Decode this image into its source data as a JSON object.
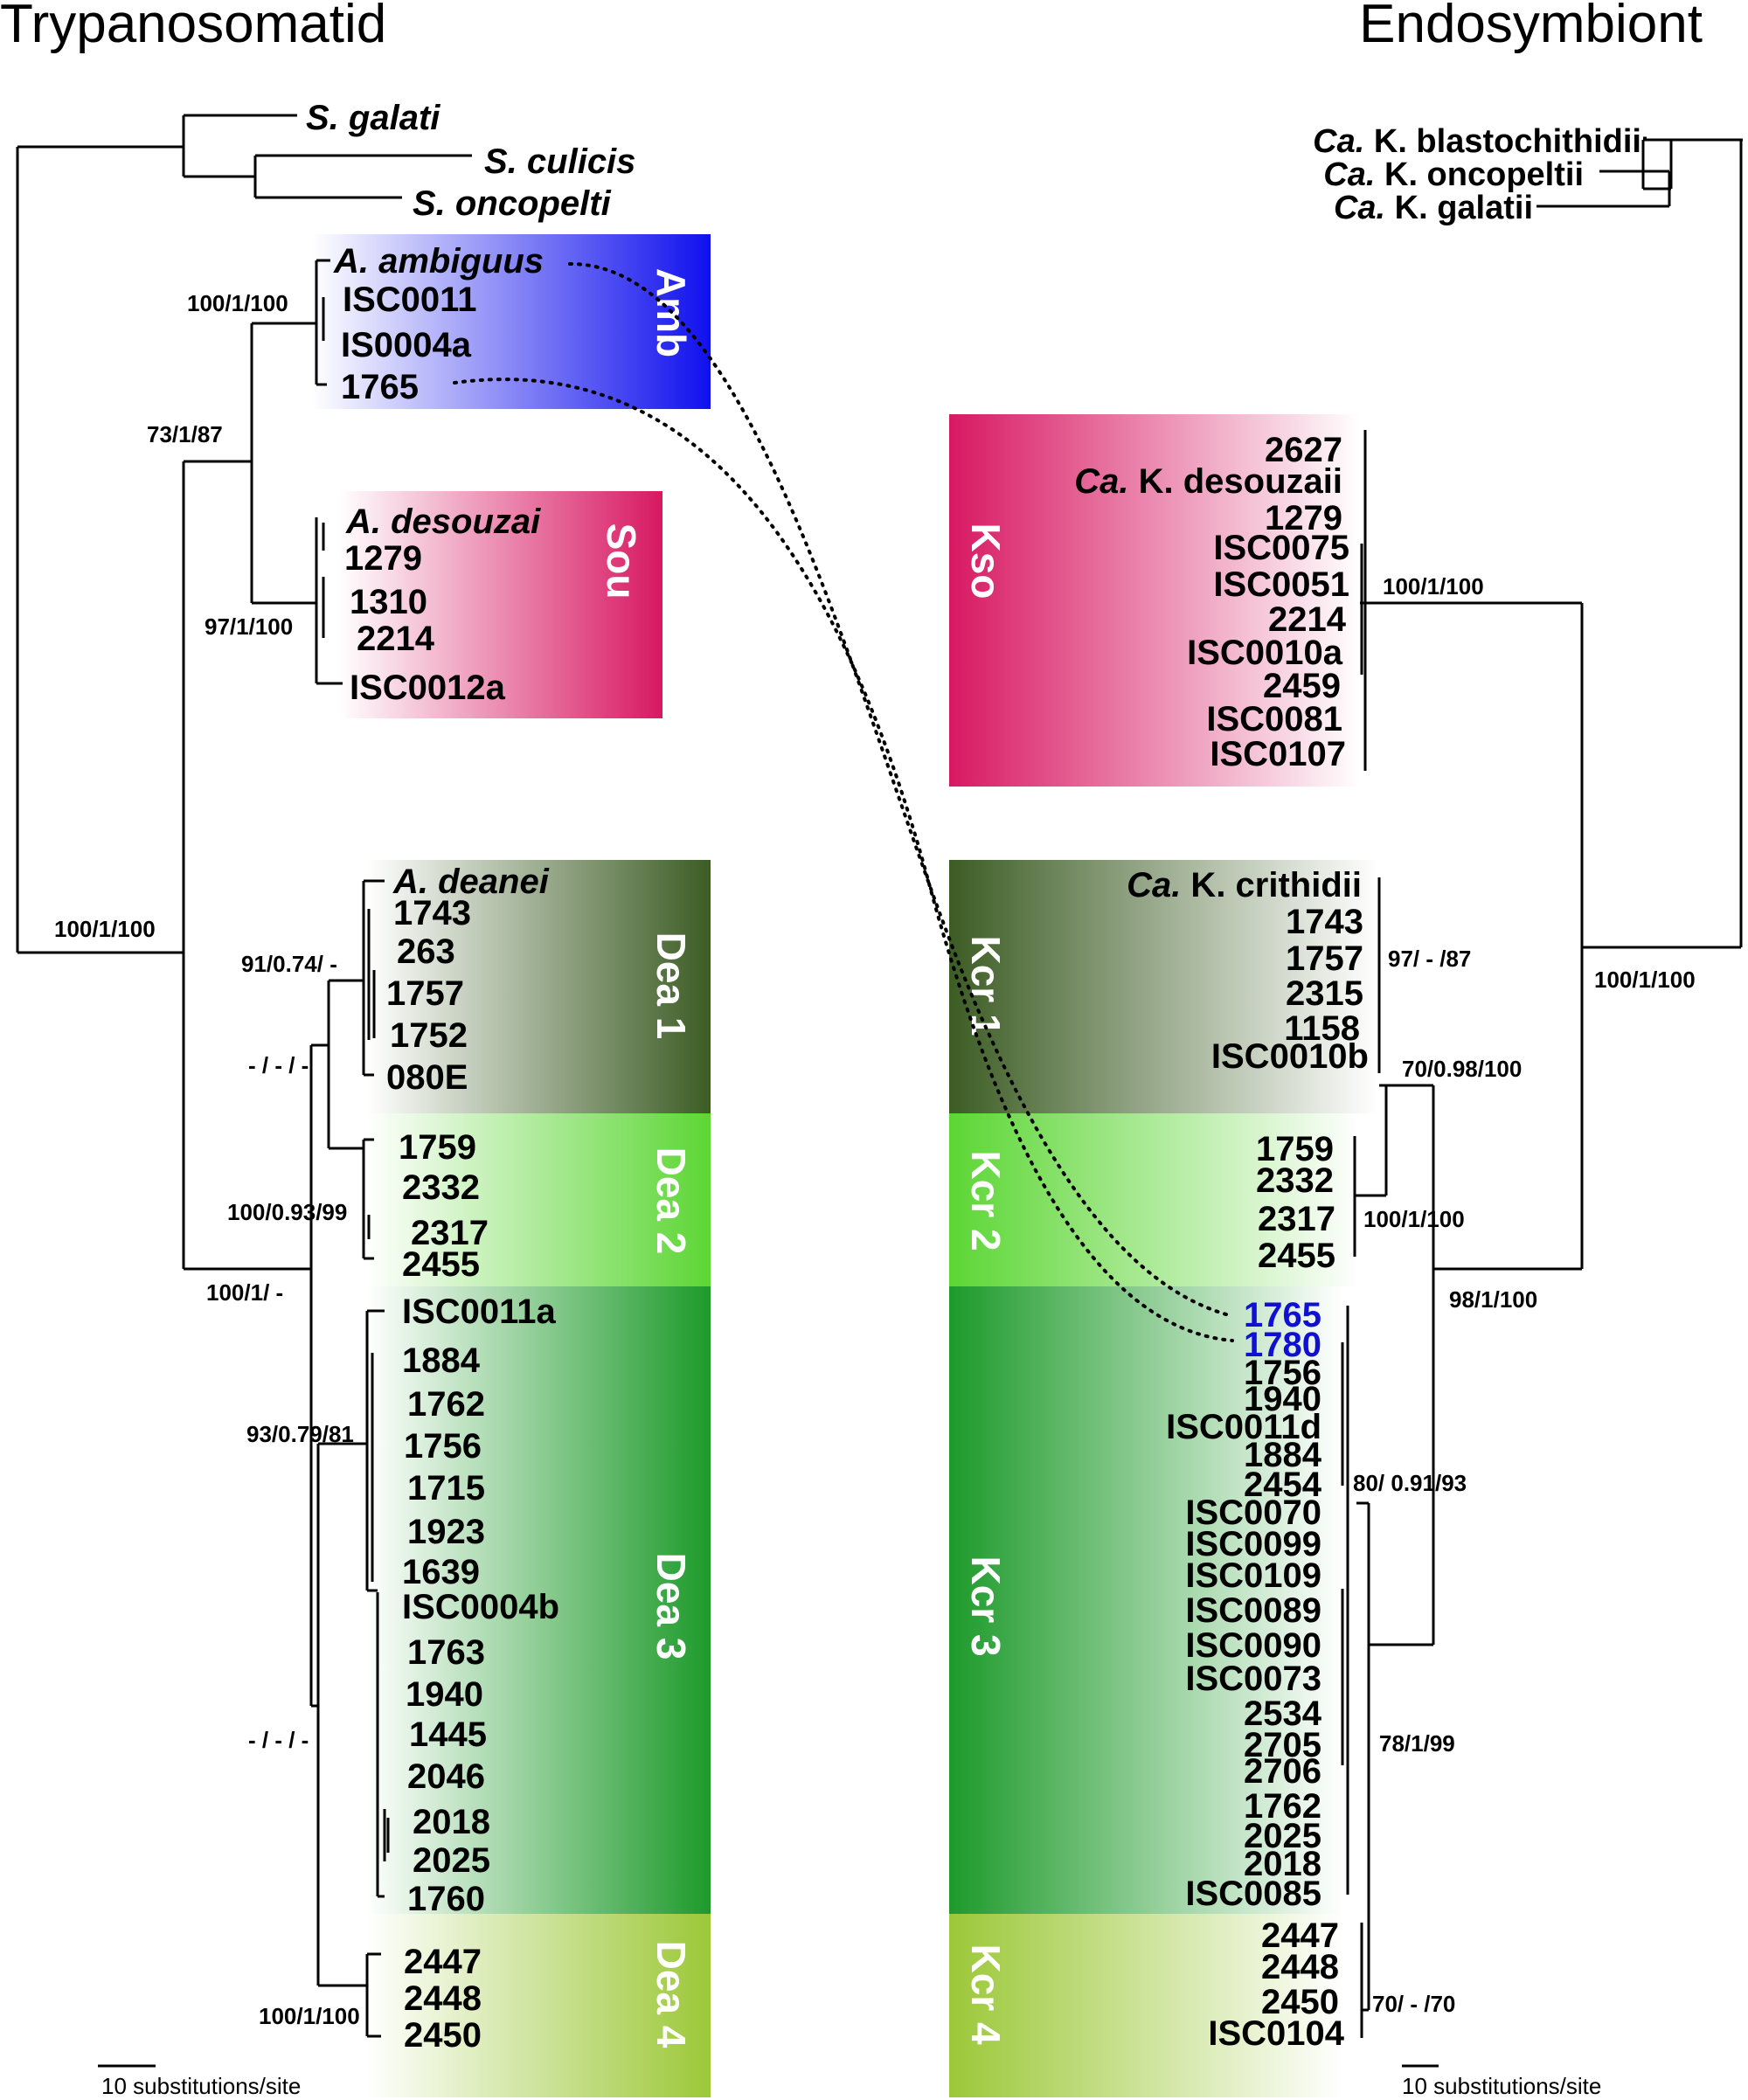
{
  "titles": {
    "left": "Trypanosomatid",
    "right": "Endosymbiont"
  },
  "scale": {
    "left": "10 substitutions/site",
    "right": "10 substitutions/site"
  },
  "colors": {
    "amb": "#1010ee",
    "sou": "#d81862",
    "dea1": "#3c5c24",
    "dea2": "#5cd634",
    "dea3": "#1d9a2a",
    "dea4": "#9cc838",
    "blue_label": "#1010d0"
  },
  "clades": {
    "amb": "Amb",
    "sou": "Sou",
    "dea1": "Dea 1",
    "dea2": "Dea 2",
    "dea3": "Dea 3",
    "dea4": "Dea 4",
    "kso": "Kso",
    "kcr1": "Kcr 1",
    "kcr2": "Kcr 2",
    "kcr3": "Kcr 3",
    "kcr4": "Kcr 4"
  },
  "left_taxa": {
    "s_galati": "S. galati",
    "s_culicis": "S. culicis",
    "s_oncopelti": "S. oncopelti",
    "amb": [
      "A. ambiguus",
      "ISC0011",
      "IS0004a",
      "1765"
    ],
    "sou": [
      "A. desouzai",
      "1279",
      "1310",
      "2214",
      "ISC0012a"
    ],
    "dea1": [
      "A. deanei",
      "1743",
      "263",
      "1757",
      "1752",
      "080E"
    ],
    "dea2": [
      "1759",
      "2332",
      "2317",
      "2455"
    ],
    "dea3": [
      "ISC0011a",
      "1884",
      "1762",
      "1756",
      "1715",
      "1923",
      "1639",
      "ISC0004b",
      "1763",
      "1940",
      "1445",
      "2046",
      "2018",
      "2025",
      "1760"
    ],
    "dea4": [
      "2447",
      "2448",
      "2450"
    ]
  },
  "right_taxa": {
    "outgroup": [
      {
        "genus": "Ca.",
        "name": " K. blastochithidii"
      },
      {
        "genus": "Ca.",
        "name": " K. oncopeltii"
      },
      {
        "genus": "Ca.",
        "name": " K. galatii"
      }
    ],
    "kso_head": {
      "genus": "Ca.",
      "name": " K. desouzaii"
    },
    "kso": [
      "2627",
      "1279",
      "ISC0075",
      "ISC0051",
      "2214",
      "ISC0010a",
      "2459",
      "ISC0081",
      "ISC0107"
    ],
    "kcr1_head": {
      "genus": "Ca.",
      "name": " K. crithidii"
    },
    "kcr1": [
      "1743",
      "1757",
      "2315",
      "1158",
      "ISC0010b"
    ],
    "kcr2": [
      "1759",
      "2332",
      "2317",
      "2455"
    ],
    "kcr3_blue": [
      "1765",
      "1780"
    ],
    "kcr3": [
      "1756",
      "1940",
      "ISC0011d",
      "1884",
      "2454",
      "ISC0070",
      "ISC0099",
      "ISC0109",
      "ISC0089",
      "ISC0090",
      "ISC0073",
      "2534",
      "2705",
      "2706",
      "1762",
      "2025",
      "2018",
      "ISC0085"
    ],
    "kcr4": [
      "2447",
      "2448",
      "2450",
      "ISC0104"
    ]
  },
  "support": {
    "l_amb": "100/1/100",
    "l_ambsou": "73/1/87",
    "l_sou": "97/1/100",
    "l_root": "100/1/100",
    "l_dea1": "91/0.74/ -",
    "l_dea12": "- / - / -",
    "l_dea2": "100/0.93/99",
    "l_dea": "100/1/ -",
    "l_dea3": "93/0.79/81",
    "l_dea34": "- / - / -",
    "l_dea4": "100/1/100",
    "r_kso": "100/1/100",
    "r_kcr1": "97/ - /87",
    "r_kcr12": "70/0.98/100",
    "r_root": "100/1/100",
    "r_kcr2": "100/1/100",
    "r_kcr": "98/1/100",
    "r_kcr3": "80/ 0.91/93",
    "r_kcr34": "78/1/99",
    "r_kcr4": "70/ - /70"
  }
}
